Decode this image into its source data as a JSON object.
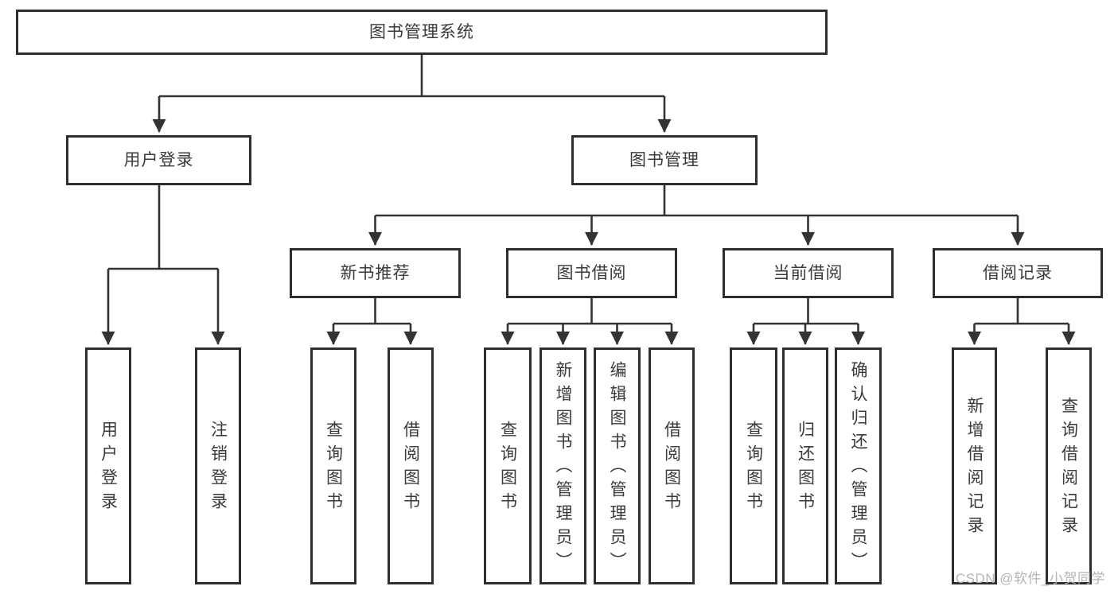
{
  "diagram_type": "hierarchy-tree",
  "tree": {
    "label": "图书管理系统",
    "children": [
      {
        "label": "用户登录",
        "children": [
          {
            "label": "用户登录"
          },
          {
            "label": "注销登录"
          }
        ]
      },
      {
        "label": "图书管理",
        "children": [
          {
            "label": "新书推荐",
            "children": [
              {
                "label": "查询图书"
              },
              {
                "label": "借阅图书"
              }
            ]
          },
          {
            "label": "图书借阅",
            "children": [
              {
                "label": "查询图书"
              },
              {
                "label": "新增图书（管理员）"
              },
              {
                "label": "编辑图书（管理员）"
              },
              {
                "label": "借阅图书"
              }
            ]
          },
          {
            "label": "当前借阅",
            "children": [
              {
                "label": "查询图书"
              },
              {
                "label": "归还图书"
              },
              {
                "label": "确认归还（管理员）"
              }
            ]
          },
          {
            "label": "借阅记录",
            "children": [
              {
                "label": "新增借阅记录"
              },
              {
                "label": "查询借阅记录"
              }
            ]
          }
        ]
      }
    ]
  },
  "watermark": "CSDN @软件_小贺同学",
  "colors": {
    "line": "#333333",
    "box_border": "#2e2e2e",
    "text": "#3a3a3a",
    "watermark": "#b4b4b9",
    "background": "#ffffff"
  }
}
